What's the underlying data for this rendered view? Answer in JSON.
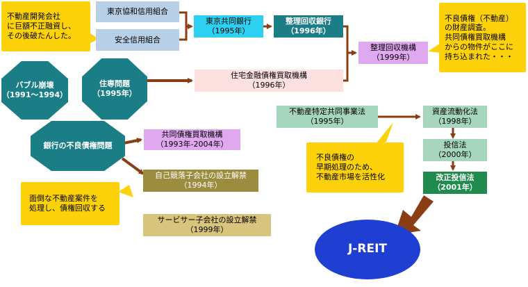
{
  "colors": {
    "note_yellow": "#fdd20a",
    "arrow_brown": "#8b3e16",
    "teal_dark": "#1b7d86",
    "cyan": "#2dd0f0",
    "light_blue": "#b7cfe7",
    "pink_light": "#fde0e0",
    "lavender": "#e0a8ef",
    "olive": "#9b8c3f",
    "khaki": "#d8c47c",
    "mint": "#a6d6bd",
    "green_dark": "#1f8b4c",
    "blue_ellipse": "#1e3fd1"
  },
  "notes": {
    "developer_bank": [
      "不動産開発会社",
      "に巨額不正融資し、",
      "その後破たんした。"
    ],
    "bad_debt": [
      "不良債権（不動産）",
      "の財産調査。",
      "共同債権買取機構",
      "からの物件がここに",
      "持ち込まれた・・・"
    ],
    "troublesome": [
      "面倒な不動産案件を",
      "処理し、債権回収する"
    ],
    "early_disposal": [
      "不良債権の",
      "早期処理のため、",
      "不動産市場を活性化"
    ]
  },
  "boxes": {
    "tokyo_kyowa": [
      "東京協和信用組合"
    ],
    "anzen": [
      "安全信用組合"
    ],
    "tokyo_kyodo": [
      "東京共同銀行",
      "（1995年）"
    ],
    "seiri_bank": [
      "整理回収銀行",
      "（1996年）"
    ],
    "seiri_kikou": [
      "整理回収機構",
      "（1999年）"
    ],
    "jusen_kikou": [
      "住宅金融債権買取機構",
      "（1996年）"
    ],
    "kyodo_saiken": [
      "共同債権買取機構",
      "（1993年-2004年）"
    ],
    "jiko_kyoraku": [
      "自己競落子会社の設立解禁",
      "（1994年）"
    ],
    "servicer": [
      "サービサー子会社の設立解禁",
      "（1999年）"
    ],
    "fudosan_tokutei": [
      "不動産特定共同事業法",
      "（1995年）"
    ],
    "shisan_ryudo": [
      "資産流動化法",
      "（1998年）"
    ],
    "toshin": [
      "投信法",
      "（2000年）"
    ],
    "kaisei_toshin": [
      "改正投信法",
      "（2001年）"
    ]
  },
  "octagons": {
    "bubble": [
      "バブル崩壊",
      "（1991～1994）"
    ],
    "jusen": [
      "住専問題",
      "（1995年）"
    ],
    "bank_bad_debt": [
      "銀行の不良債権問題"
    ]
  },
  "ellipse": {
    "jreit": "J-REIT"
  }
}
